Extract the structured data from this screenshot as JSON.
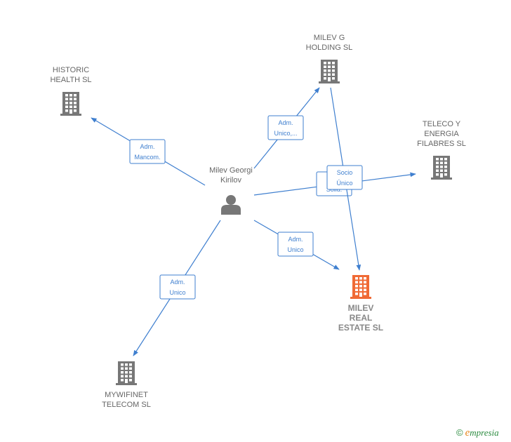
{
  "nodes": [
    {
      "id": "historic",
      "type": "company",
      "lines": [
        "HISTORIC",
        "HEALTH  SL"
      ],
      "color": "#777777"
    },
    {
      "id": "milevg",
      "type": "company",
      "lines": [
        "MILEV G",
        "HOLDING  SL"
      ],
      "color": "#777777"
    },
    {
      "id": "teleco",
      "type": "company",
      "lines": [
        "TELECO Y",
        "ENERGIA",
        "FILABRES  SL"
      ],
      "color": "#777777"
    },
    {
      "id": "person",
      "type": "person",
      "lines": [
        "Milev Georgi",
        "Kirilov"
      ],
      "color": "#777777"
    },
    {
      "id": "milevreal",
      "type": "company",
      "lines": [
        "MILEV",
        "REAL",
        "ESTATE  SL"
      ],
      "color": "#f06a35",
      "focus": true
    },
    {
      "id": "mywifi",
      "type": "company",
      "lines": [
        "MYWIFINET",
        "TELECOM  SL"
      ],
      "color": "#777777"
    }
  ],
  "edges": [
    {
      "from": "person",
      "to": "historic",
      "label": [
        "Adm.",
        "Mancom."
      ]
    },
    {
      "from": "person",
      "to": "milevg",
      "label": [
        "Adm.",
        "Unico,..."
      ]
    },
    {
      "from": "person",
      "to": "teleco",
      "label": [
        "Adm.",
        "Solid."
      ]
    },
    {
      "from": "milevg",
      "to": "milevreal",
      "label": [
        "Socio",
        "Único"
      ]
    },
    {
      "from": "person",
      "to": "milevreal",
      "label": [
        "Adm.",
        "Unico"
      ]
    },
    {
      "from": "person",
      "to": "mywifi",
      "label": [
        "Adm.",
        "Unico"
      ]
    }
  ],
  "brand": {
    "copyright": "©",
    "e": "e",
    "rest": "mpresia"
  },
  "colors": {
    "edge": "#3f7fcf",
    "icon": "#777777",
    "focus": "#f06a35"
  }
}
